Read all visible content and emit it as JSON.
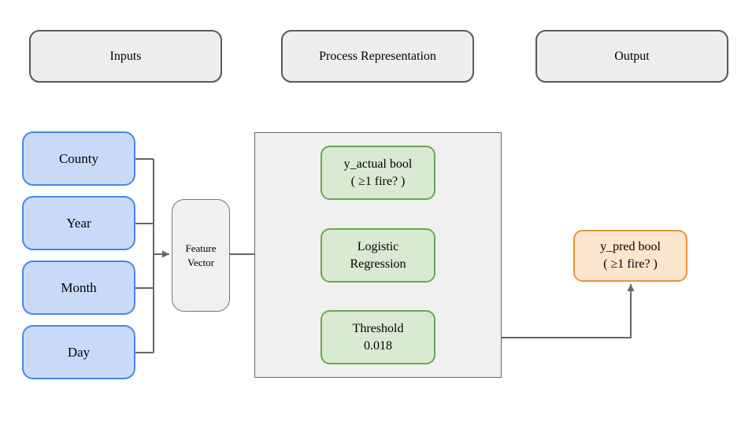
{
  "headers": {
    "inputs": "Inputs",
    "process": "Process Representation",
    "output": "Output"
  },
  "inputs": {
    "items": [
      {
        "label": "County"
      },
      {
        "label": "Year"
      },
      {
        "label": "Month"
      },
      {
        "label": "Day"
      }
    ]
  },
  "feature_vector": {
    "line1": "Feature",
    "line2": "Vector"
  },
  "process": {
    "y_actual": {
      "line1": "y_actual bool",
      "line2": "( ≥1 fire? )"
    },
    "logistic": {
      "line1": "Logistic",
      "line2": "Regression"
    },
    "threshold": {
      "line1": "Threshold",
      "line2": "0.018"
    }
  },
  "output": {
    "y_pred": {
      "line1": "y_pred bool",
      "line2": "( ≥1 fire? )"
    }
  },
  "colors": {
    "input_fill": "#c9daf8",
    "input_border": "#4a86e8",
    "process_fill": "#d9ead3",
    "process_border": "#6aa84f",
    "output_fill": "#fce5cd",
    "output_border": "#e69138",
    "header_fill": "#eeeeee",
    "header_border": "#595959",
    "container_fill": "#f0f0f0",
    "connector": "#666666"
  }
}
